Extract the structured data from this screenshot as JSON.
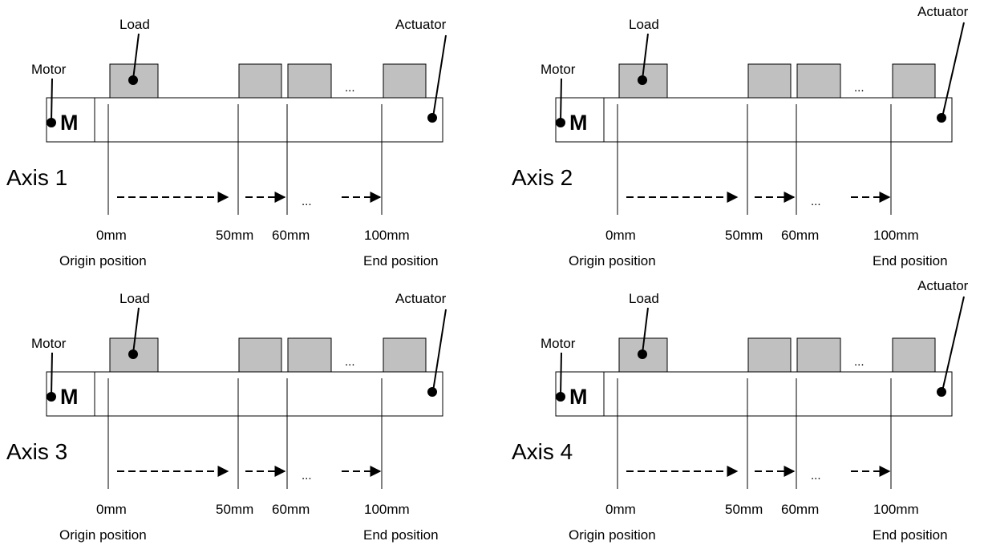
{
  "diagrams": [
    {
      "axis_label": "Axis 1",
      "motor_symbol": "M",
      "motor_label": "Motor",
      "load_label": "Load",
      "actuator_label": "Actuator",
      "ellipsis": "...",
      "positions": [
        "0mm",
        "50mm",
        "60mm",
        "100mm"
      ],
      "origin_label": "Origin position",
      "end_label": "End position"
    },
    {
      "axis_label": "Axis 2",
      "motor_symbol": "M",
      "motor_label": "Motor",
      "load_label": "Load",
      "actuator_label": "Actuator",
      "ellipsis": "...",
      "positions": [
        "0mm",
        "50mm",
        "60mm",
        "100mm"
      ],
      "origin_label": "Origin position",
      "end_label": "End position"
    },
    {
      "axis_label": "Axis 3",
      "motor_symbol": "M",
      "motor_label": "Motor",
      "load_label": "Load",
      "actuator_label": "Actuator",
      "ellipsis": "...",
      "positions": [
        "0mm",
        "50mm",
        "60mm",
        "100mm"
      ],
      "origin_label": "Origin position",
      "end_label": "End position"
    },
    {
      "axis_label": "Axis 4",
      "motor_symbol": "M",
      "motor_label": "Motor",
      "load_label": "Load",
      "actuator_label": "Actuator",
      "ellipsis": "...",
      "positions": [
        "0mm",
        "50mm",
        "60mm",
        "100mm"
      ],
      "origin_label": "Origin position",
      "end_label": "End position"
    }
  ],
  "colors": {
    "load_fill": "#c0c0c0",
    "stroke": "#000000"
  }
}
